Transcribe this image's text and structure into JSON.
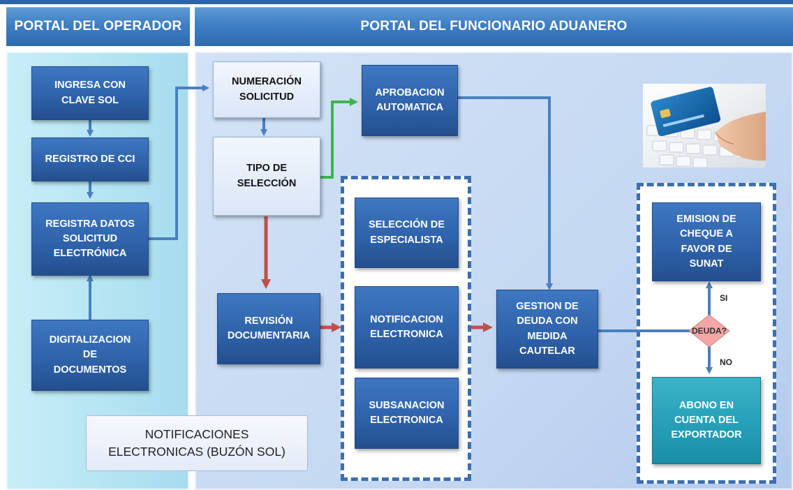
{
  "headers": {
    "operator": "PORTAL DEL OPERADOR",
    "official": "PORTAL DEL FUNCIONARIO  ADUANERO"
  },
  "operator_steps": [
    {
      "label": "INGRESA CON\nCLAVE SOL"
    },
    {
      "label": "REGISTRO DE CCI"
    },
    {
      "label": "REGISTRA DATOS\nSOLICITUD\nELECTRÓNICA"
    },
    {
      "label": "DIGITALIZACION\nDE\nDOCUMENTOS"
    }
  ],
  "official_steps": {
    "numeracion": "NUMERACIÓN\nSOLICITUD",
    "tipo": "TIPO DE\nSELECCIÓN",
    "aprobacion": "APROBACION\nAUTOMATICA",
    "revision": "REVISIÓN\nDOCUMENTARIA",
    "seleccion_especialista": "SELECCIÓN DE\nESPECIALISTA",
    "notificacion": "NOTIFICACION\nELECTRONICA",
    "subsanacion": "SUBSANACION\nELECTRONICA",
    "gestion": "GESTION DE\nDEUDA CON\nMEDIDA\nCAUTELAR",
    "emision": "EMISION DE\nCHEQUE  A\nFAVOR DE\nSUNAT",
    "abono": "ABONO EN\nCUENTA DEL\nEXPORTADOR"
  },
  "decision": {
    "label": "DEUDA?",
    "yes": "SI",
    "no": "NO"
  },
  "notifications_box": "NOTIFICACIONES\nELECTRONICAS (BUZÓN SOL)",
  "colors": {
    "box_blue": "#2f63ab",
    "arrow_blue": "#4a7fc1",
    "arrow_red": "#c0504d",
    "arrow_green": "#3fb34f",
    "box_teal": "#25a0b8",
    "diamond": "#f4a7a6"
  },
  "image": {
    "icon": "credit-card-keyboard-photo"
  }
}
